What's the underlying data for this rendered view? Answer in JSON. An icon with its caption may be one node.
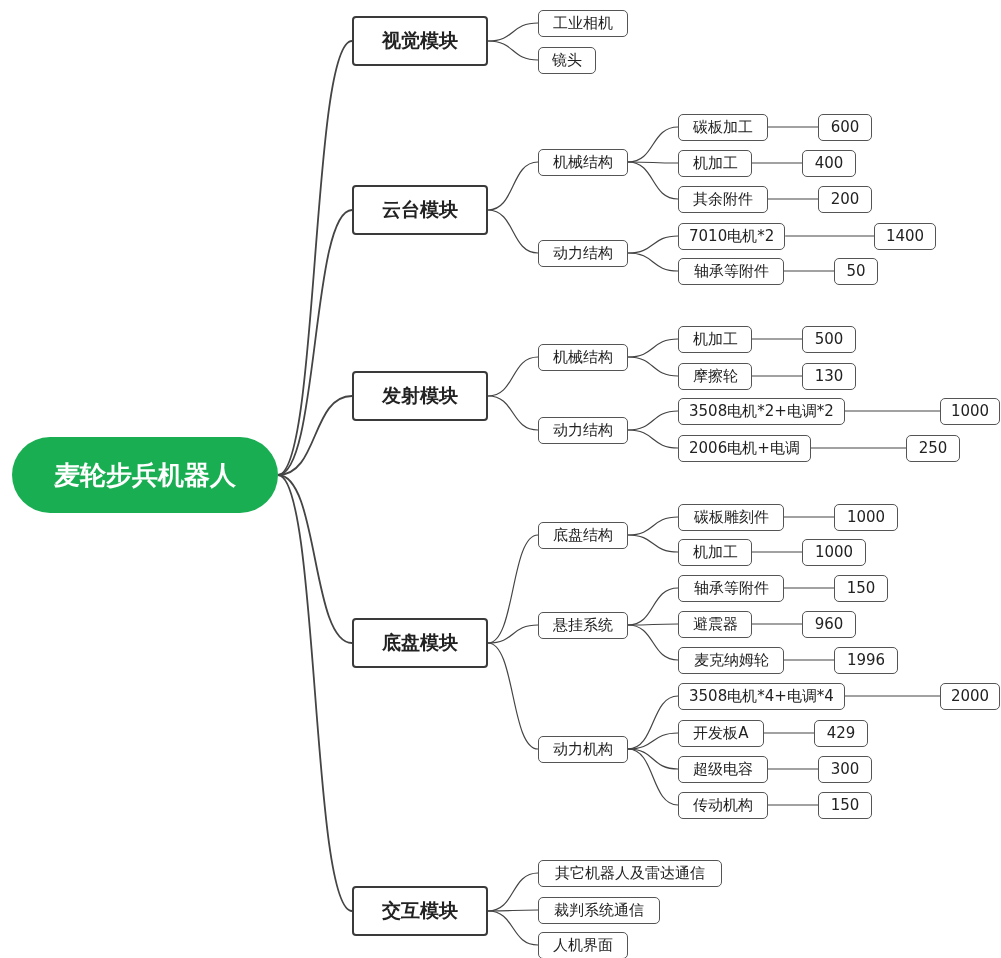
{
  "diagram": {
    "nodes": [
      {
        "text": [
          "麦轮步兵机器人"
        ]
      },
      {
        "text": [
          "视觉模块"
        ]
      },
      {
        "text": [
          "工业相机"
        ]
      },
      {
        "text": [
          "镜头"
        ]
      },
      {
        "text": [
          "云台模块"
        ]
      },
      {
        "text": [
          "机械结构"
        ]
      },
      {
        "text": [
          "碳板加工"
        ]
      },
      {
        "text": [
          "600"
        ]
      },
      {
        "text": [
          "机加工"
        ]
      },
      {
        "text": [
          "400"
        ]
      },
      {
        "text": [
          "其余附件"
        ]
      },
      {
        "text": [
          "200"
        ]
      },
      {
        "text": [
          "动力结构"
        ]
      },
      {
        "text": [
          "7010电机*2"
        ]
      },
      {
        "text": [
          "1400"
        ]
      },
      {
        "text": [
          "轴承等附件"
        ]
      },
      {
        "text": [
          "50"
        ]
      },
      {
        "text": [
          "发射模块"
        ]
      },
      {
        "text": [
          "机械结构"
        ]
      },
      {
        "text": [
          "机加工"
        ]
      },
      {
        "text": [
          "500"
        ]
      },
      {
        "text": [
          "摩擦轮"
        ]
      },
      {
        "text": [
          "130"
        ]
      },
      {
        "text": [
          "动力结构"
        ]
      },
      {
        "text": [
          "3508电机*2+电调*2"
        ]
      },
      {
        "text": [
          "1000"
        ]
      },
      {
        "text": [
          "2006电机+电调"
        ]
      },
      {
        "text": [
          "250"
        ]
      },
      {
        "text": [
          "底盘模块"
        ]
      },
      {
        "text": [
          "底盘结构"
        ]
      },
      {
        "text": [
          "碳板雕刻件"
        ]
      },
      {
        "text": [
          "1000"
        ]
      },
      {
        "text": [
          "机加工"
        ]
      },
      {
        "text": [
          "1000"
        ]
      },
      {
        "text": [
          "悬挂系统"
        ]
      },
      {
        "text": [
          "轴承等附件"
        ]
      },
      {
        "text": [
          "150"
        ]
      },
      {
        "text": [
          "避震器"
        ]
      },
      {
        "text": [
          "960"
        ]
      },
      {
        "text": [
          "麦克纳姆轮"
        ]
      },
      {
        "text": [
          "1996"
        ]
      },
      {
        "text": [
          "动力机构"
        ]
      },
      {
        "text": [
          "3508电机*4+电调*4"
        ]
      },
      {
        "text": [
          "2000"
        ]
      },
      {
        "text": [
          "开发板A"
        ]
      },
      {
        "text": [
          "429"
        ]
      },
      {
        "text": [
          "超级电容"
        ]
      },
      {
        "text": [
          "300"
        ]
      },
      {
        "text": [
          "传动机构"
        ]
      },
      {
        "text": [
          "150"
        ]
      },
      {
        "text": [
          "交互模块"
        ]
      },
      {
        "text": [
          "其它机器人及雷达通信"
        ]
      },
      {
        "text": [
          "裁判系统通信"
        ]
      },
      {
        "text": [
          "人机界面"
        ]
      }
    ],
    "edges": [
      {
        "from": 0,
        "to": 1,
        "arrow": "none"
      },
      {
        "from": 1,
        "to": 2,
        "arrow": "none"
      },
      {
        "from": 1,
        "to": 3,
        "arrow": "none"
      },
      {
        "from": 0,
        "to": 4,
        "arrow": "none"
      },
      {
        "from": 4,
        "to": 5,
        "arrow": "none"
      },
      {
        "from": 5,
        "to": 6,
        "arrow": "none"
      },
      {
        "from": 6,
        "to": 7,
        "arrow": "none"
      },
      {
        "from": 5,
        "to": 8,
        "arrow": "none"
      },
      {
        "from": 8,
        "to": 9,
        "arrow": "none"
      },
      {
        "from": 5,
        "to": 10,
        "arrow": "none"
      },
      {
        "from": 10,
        "to": 11,
        "arrow": "none"
      },
      {
        "from": 4,
        "to": 12,
        "arrow": "none"
      },
      {
        "from": 12,
        "to": 13,
        "arrow": "none"
      },
      {
        "from": 13,
        "to": 14,
        "arrow": "none"
      },
      {
        "from": 12,
        "to": 15,
        "arrow": "none"
      },
      {
        "from": 15,
        "to": 16,
        "arrow": "none"
      },
      {
        "from": 0,
        "to": 17,
        "arrow": "none"
      },
      {
        "from": 17,
        "to": 18,
        "arrow": "none"
      },
      {
        "from": 18,
        "to": 19,
        "arrow": "none"
      },
      {
        "from": 19,
        "to": 20,
        "arrow": "none"
      },
      {
        "from": 18,
        "to": 21,
        "arrow": "none"
      },
      {
        "from": 21,
        "to": 22,
        "arrow": "none"
      },
      {
        "from": 17,
        "to": 23,
        "arrow": "none"
      },
      {
        "from": 23,
        "to": 24,
        "arrow": "none"
      },
      {
        "from": 24,
        "to": 25,
        "arrow": "none"
      },
      {
        "from": 23,
        "to": 26,
        "arrow": "none"
      },
      {
        "from": 26,
        "to": 27,
        "arrow": "none"
      },
      {
        "from": 0,
        "to": 28,
        "arrow": "none"
      },
      {
        "from": 28,
        "to": 29,
        "arrow": "none"
      },
      {
        "from": 29,
        "to": 30,
        "arrow": "none"
      },
      {
        "from": 30,
        "to": 31,
        "arrow": "none"
      },
      {
        "from": 29,
        "to": 32,
        "arrow": "none"
      },
      {
        "from": 32,
        "to": 33,
        "arrow": "none"
      },
      {
        "from": 28,
        "to": 34,
        "arrow": "none"
      },
      {
        "from": 34,
        "to": 35,
        "arrow": "none"
      },
      {
        "from": 35,
        "to": 36,
        "arrow": "none"
      },
      {
        "from": 34,
        "to": 37,
        "arrow": "none"
      },
      {
        "from": 37,
        "to": 38,
        "arrow": "none"
      },
      {
        "from": 34,
        "to": 39,
        "arrow": "none"
      },
      {
        "from": 39,
        "to": 40,
        "arrow": "none"
      },
      {
        "from": 28,
        "to": 41,
        "arrow": "none"
      },
      {
        "from": 41,
        "to": 42,
        "arrow": "none"
      },
      {
        "from": 42,
        "to": 43,
        "arrow": "none"
      },
      {
        "from": 41,
        "to": 44,
        "arrow": "none"
      },
      {
        "from": 44,
        "to": 45,
        "arrow": "none"
      },
      {
        "from": 41,
        "to": 46,
        "arrow": "none"
      },
      {
        "from": 46,
        "to": 47,
        "arrow": "none"
      },
      {
        "from": 41,
        "to": 48,
        "arrow": "none"
      },
      {
        "from": 48,
        "to": 49,
        "arrow": "none"
      },
      {
        "from": 0,
        "to": 50,
        "arrow": "none"
      },
      {
        "from": 50,
        "to": 51,
        "arrow": "none"
      },
      {
        "from": 50,
        "to": 52,
        "arrow": "none"
      },
      {
        "from": 50,
        "to": 53,
        "arrow": "none"
      }
    ]
  }
}
